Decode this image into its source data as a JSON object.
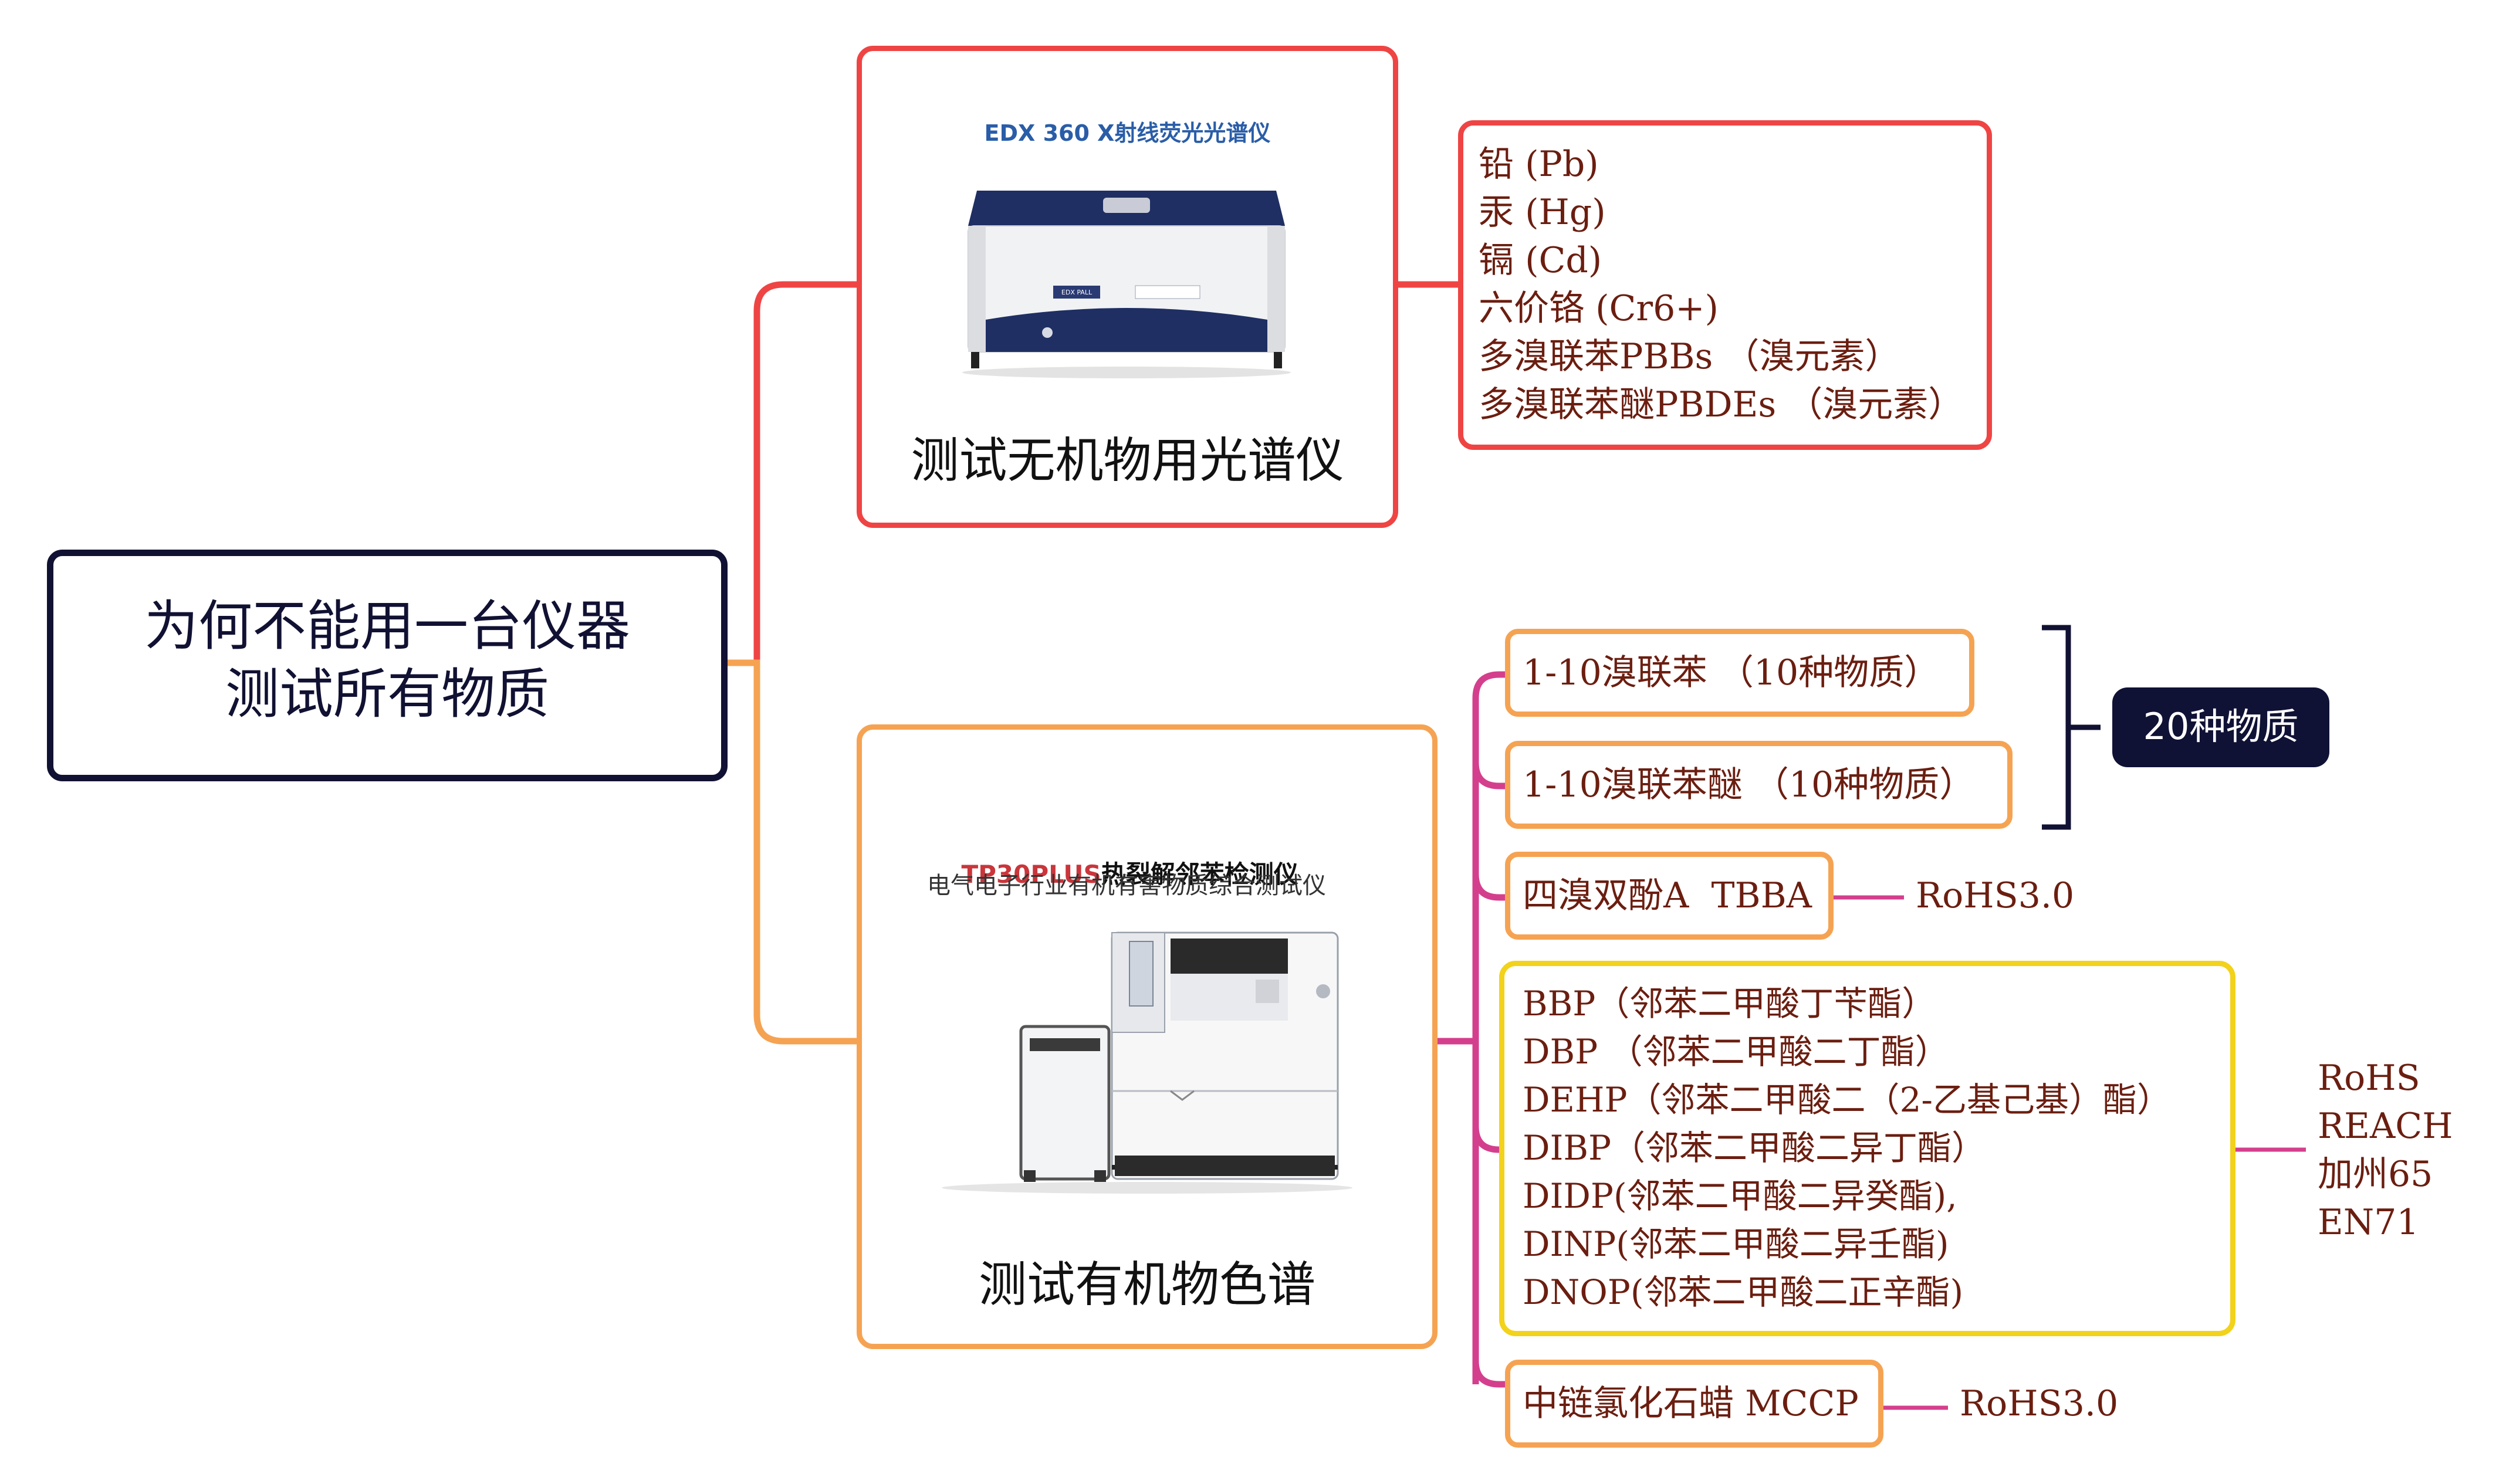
{
  "root": {
    "line1": "为何不能用一台仪器",
    "line2": "测试所有物质"
  },
  "inorganic": {
    "label": "测试无机物用光谱仪",
    "instrument_title": "EDX 360 X射线荧光光谱仪",
    "instrument_badge": "EDX PALL",
    "elements": [
      "铅 (Pb)",
      "汞 (Hg)",
      "镉 (Cd)",
      "六价铬 (Cr6+)",
      "多溴联苯PBBs （溴元素）",
      "多溴联苯醚PBDEs （溴元素）"
    ]
  },
  "organic": {
    "label": "测试有机物色谱",
    "instrument_title_red": "TP30PLUS",
    "instrument_title_rest": "热裂解邻苯检测仪",
    "instrument_subtitle": "电气电子行业有机有害物质综合测试仪",
    "items": {
      "pbb": "1-10溴联苯 （10种物质）",
      "pbde": "1-10溴联苯醚 （10种物质）",
      "group_total": "20种物质",
      "tbba": "四溴双酚A  TBBA",
      "tbba_standard": "RoHS3.0",
      "phthalates": [
        "BBP（邻苯二甲酸丁苄酯）",
        "DBP （邻苯二甲酸二丁酯）",
        "DEHP（邻苯二甲酸二（2-乙基己基）酯）",
        "DIBP（邻苯二甲酸二异丁酯）",
        "DIDP(邻苯二甲酸二异癸酯),",
        "DINP(邻苯二甲酸二异壬酯)",
        "DNOP(邻苯二甲酸二正辛酯)"
      ],
      "phthalate_standards": [
        "RoHS",
        "REACH",
        "加州65",
        "EN71"
      ],
      "mccp": "中链氯化石蜡 MCCP",
      "mccp_standard": "RoHS3.0"
    }
  },
  "colors": {
    "root_border": "#111133",
    "red": "#ef4444",
    "orange": "#f5a352",
    "magenta": "#d43f8d",
    "yellow": "#f2d21b",
    "badge_bg": "#0f1135",
    "text_brown": "#6b1e10"
  }
}
